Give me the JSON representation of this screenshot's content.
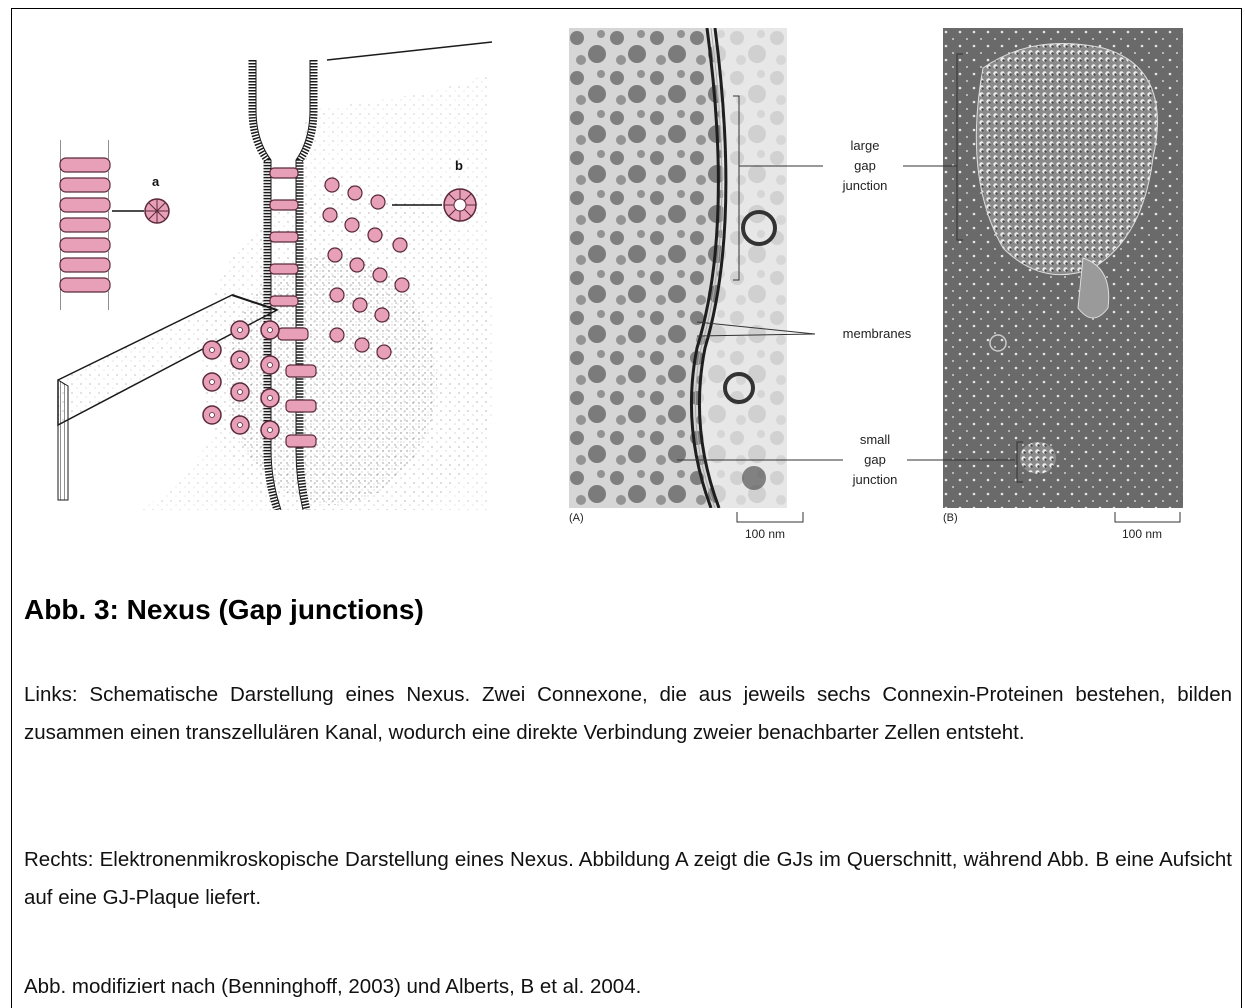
{
  "figure": {
    "schematic": {
      "label_a": "a",
      "label_b": "b",
      "colors": {
        "connexon": "#e8a0b8",
        "connexon_outline": "#5a2a3a",
        "ink": "#1a1a1a"
      }
    },
    "micrograph": {
      "panel_a_letter": "(A)",
      "panel_b_letter": "(B)",
      "label_large_line1": "large",
      "label_large_line2": "gap",
      "label_large_line3": "junction",
      "label_membranes": "membranes",
      "label_small_line1": "small",
      "label_small_line2": "gap",
      "label_small_line3": "junction",
      "scale_a": "100 nm",
      "scale_b": "100 nm"
    }
  },
  "caption": {
    "title": "Abb. 3: Nexus (Gap junctions)",
    "paragraph_left": "Links: Schematische Darstellung eines Nexus. Zwei Connexone, die aus jeweils sechs Connexin-Proteinen bestehen, bilden zusammen einen transzellulären Kanal, wodurch eine direkte Verbindung zweier benachbarter Zellen entsteht.",
    "paragraph_right": "Rechts: Elektronenmikroskopische Darstellung eines Nexus. Abbildung A zeigt die GJs im Querschnitt, während Abb. B eine Aufsicht auf eine GJ-Plaque liefert.",
    "source": "Abb. modifiziert nach (Benninghoff, 2003) und Alberts, B et al. 2004."
  }
}
